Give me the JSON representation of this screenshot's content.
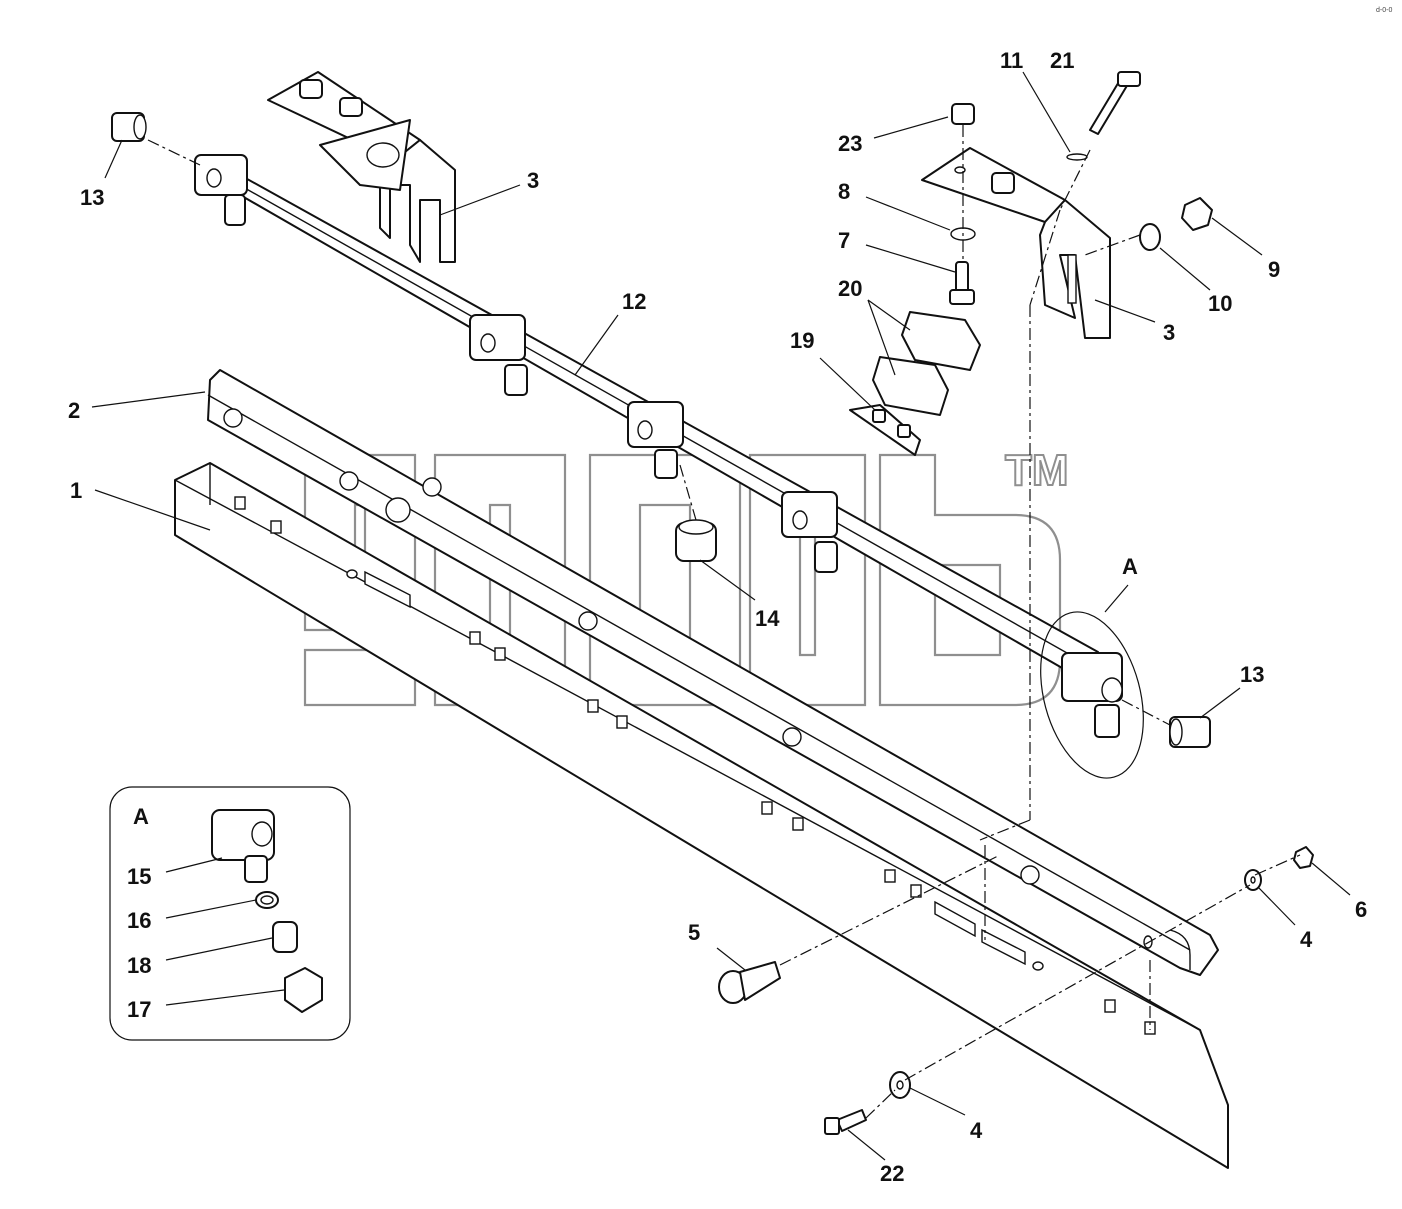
{
  "watermark": {
    "text": "TM"
  },
  "inset": {
    "title": "A"
  },
  "detail_marker": "A",
  "corner_code": "d-0-0",
  "callouts": [
    {
      "id": "c13a",
      "text": "13"
    },
    {
      "id": "c3a",
      "text": "3"
    },
    {
      "id": "c12",
      "text": "12"
    },
    {
      "id": "c2",
      "text": "2"
    },
    {
      "id": "c1",
      "text": "1"
    },
    {
      "id": "c14",
      "text": "14"
    },
    {
      "id": "cA",
      "text": "A"
    },
    {
      "id": "c13b",
      "text": "13"
    },
    {
      "id": "c11",
      "text": "11"
    },
    {
      "id": "c21",
      "text": "21"
    },
    {
      "id": "c23",
      "text": "23"
    },
    {
      "id": "c8",
      "text": "8"
    },
    {
      "id": "c7",
      "text": "7"
    },
    {
      "id": "c20",
      "text": "20"
    },
    {
      "id": "c19",
      "text": "19"
    },
    {
      "id": "c9",
      "text": "9"
    },
    {
      "id": "c10",
      "text": "10"
    },
    {
      "id": "c3b",
      "text": "3"
    },
    {
      "id": "c6",
      "text": "6"
    },
    {
      "id": "c4a",
      "text": "4"
    },
    {
      "id": "c5",
      "text": "5"
    },
    {
      "id": "c4b",
      "text": "4"
    },
    {
      "id": "c22",
      "text": "22"
    },
    {
      "id": "c15",
      "text": "15"
    },
    {
      "id": "c16",
      "text": "16"
    },
    {
      "id": "c18",
      "text": "18"
    },
    {
      "id": "c17",
      "text": "17"
    }
  ]
}
